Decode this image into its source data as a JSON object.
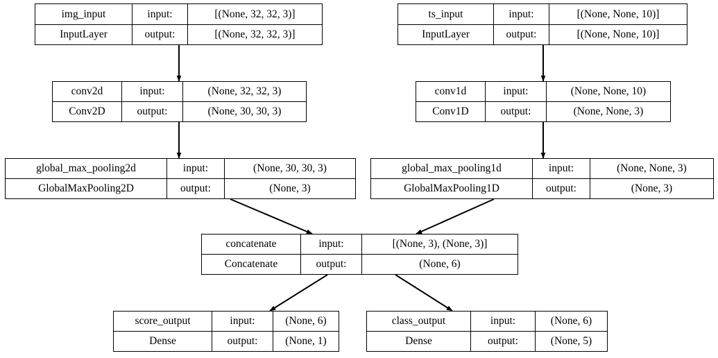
{
  "diagram": {
    "title": "Keras functional model plot",
    "type": "model-architecture-graph",
    "background_color": "#ffffff",
    "edge_color": "#000000",
    "box_border_color": "#000000",
    "row_labels": {
      "input": "input:",
      "output": "output:"
    },
    "nodes": [
      {
        "id": "img_input",
        "name": "img_input",
        "class_name": "InputLayer",
        "input_label": "input:",
        "output_label": "output:",
        "input_shape": "[(None, 32, 32, 3)]",
        "output_shape": "[(None, 32, 32, 3)]"
      },
      {
        "id": "ts_input",
        "name": "ts_input",
        "class_name": "InputLayer",
        "input_label": "input:",
        "output_label": "output:",
        "input_shape": "[(None, None, 10)]",
        "output_shape": "[(None, None, 10)]"
      },
      {
        "id": "conv2d",
        "name": "conv2d",
        "class_name": "Conv2D",
        "input_label": "input:",
        "output_label": "output:",
        "input_shape": "(None, 32, 32, 3)",
        "output_shape": "(None, 30, 30, 3)"
      },
      {
        "id": "conv1d",
        "name": "conv1d",
        "class_name": "Conv1D",
        "input_label": "input:",
        "output_label": "output:",
        "input_shape": "(None, None, 10)",
        "output_shape": "(None, None, 3)"
      },
      {
        "id": "global_max_pooling2d",
        "name": "global_max_pooling2d",
        "class_name": "GlobalMaxPooling2D",
        "input_label": "input:",
        "output_label": "output:",
        "input_shape": "(None, 30, 30, 3)",
        "output_shape": "(None, 3)"
      },
      {
        "id": "global_max_pooling1d",
        "name": "global_max_pooling1d",
        "class_name": "GlobalMaxPooling1D",
        "input_label": "input:",
        "output_label": "output:",
        "input_shape": "(None, None, 3)",
        "output_shape": "(None, 3)"
      },
      {
        "id": "concatenate",
        "name": "concatenate",
        "class_name": "Concatenate",
        "input_label": "input:",
        "output_label": "output:",
        "input_shape": "[(None, 3), (None, 3)]",
        "output_shape": "(None, 6)"
      },
      {
        "id": "score_output",
        "name": "score_output",
        "class_name": "Dense",
        "input_label": "input:",
        "output_label": "output:",
        "input_shape": "(None, 6)",
        "output_shape": "(None, 1)"
      },
      {
        "id": "class_output",
        "name": "class_output",
        "class_name": "Dense",
        "input_label": "input:",
        "output_label": "output:",
        "input_shape": "(None, 6)",
        "output_shape": "(None, 5)"
      }
    ],
    "edges": [
      {
        "from": "img_input",
        "to": "conv2d"
      },
      {
        "from": "ts_input",
        "to": "conv1d"
      },
      {
        "from": "conv2d",
        "to": "global_max_pooling2d"
      },
      {
        "from": "conv1d",
        "to": "global_max_pooling1d"
      },
      {
        "from": "global_max_pooling2d",
        "to": "concatenate"
      },
      {
        "from": "global_max_pooling1d",
        "to": "concatenate"
      },
      {
        "from": "concatenate",
        "to": "score_output"
      },
      {
        "from": "concatenate",
        "to": "class_output"
      }
    ]
  }
}
